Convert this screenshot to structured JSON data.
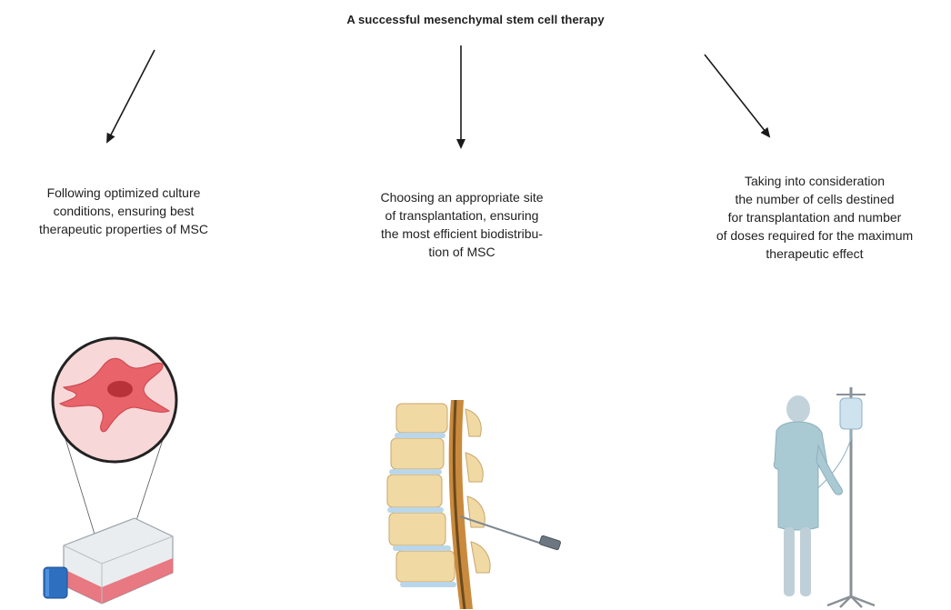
{
  "title": "A successful mesenchymal stem cell therapy",
  "branches": [
    {
      "lines": [
        "Following optimized culture",
        "conditions, ensuring best",
        "therapeutic properties of MSC"
      ],
      "illustration": "cell-culture-flask-with-magnified-msc"
    },
    {
      "lines": [
        "Choosing an appropriate site",
        "of transplantation, ensuring",
        "the most efficient biodistribu-",
        "tion of MSC"
      ],
      "illustration": "spine-with-injection-needle"
    },
    {
      "lines": [
        "Taking into consideration",
        "the number of cells destined",
        "for transplantation and number",
        "of doses required for the maximum",
        "therapeutic effect"
      ],
      "illustration": "patient-with-iv-drip-stand"
    }
  ],
  "colors": {
    "arrow": "#1a1a1a",
    "cell": "#e8636a",
    "magnifier_bg": "#f7d7d7",
    "flask_medium": "#e86a74",
    "flask_cap": "#2f6fbf",
    "bone": "#f1d9a4",
    "disc": "#b9d6ea",
    "cord": "#6b4a1e",
    "gown": "#a9c9d3",
    "iv_bag": "#cfe3ef"
  }
}
